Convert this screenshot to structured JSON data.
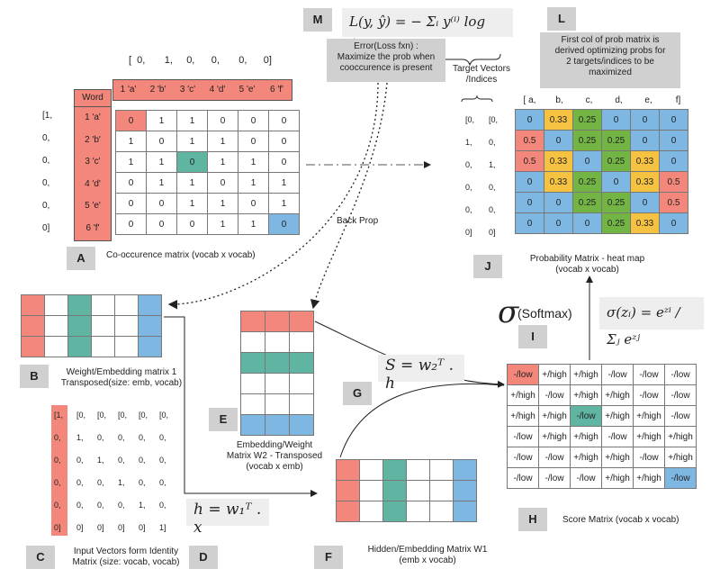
{
  "colors": {
    "red": "#f4877c",
    "green": "#5fb5a2",
    "blue": "#7fb7e3",
    "yellow": "#f5c242",
    "gridgreen": "#73b545",
    "gray": "#d0d0d0",
    "wordbox": "#f4877c"
  },
  "labels": {
    "A": "A",
    "B": "B",
    "C": "C",
    "D": "D",
    "E": "E",
    "F": "F",
    "G": "G",
    "H": "H",
    "I": "I",
    "J": "J",
    "L": "L",
    "M": "M"
  },
  "cooc": {
    "caption": "Co-occurence matrix (vocab x vocab)",
    "word_header": "Word",
    "words": [
      "1 'a'",
      "2 'b'",
      "3 'c'",
      "4 'd'",
      "5 'e'",
      "6 'f'"
    ],
    "top_vector": "[  0,       1,     0,      0,       0,      0]",
    "left_vector": [
      "[1,",
      "0,",
      "0,",
      "0,",
      "0,",
      "0]"
    ],
    "rows": [
      [
        "0",
        "1",
        "1",
        "0",
        "0",
        "0"
      ],
      [
        "1",
        "0",
        "1",
        "1",
        "0",
        "0"
      ],
      [
        "1",
        "1",
        "0",
        "1",
        "1",
        "0"
      ],
      [
        "0",
        "1",
        "1",
        "0",
        "1",
        "1"
      ],
      [
        "0",
        "0",
        "1",
        "1",
        "0",
        "1"
      ],
      [
        "0",
        "0",
        "0",
        "1",
        "1",
        "0"
      ]
    ]
  },
  "weight1": {
    "caption_line1": "Weight/Embedding matrix 1",
    "caption_line2": "Transposed(size: emb, vocab)"
  },
  "identity": {
    "caption_line1": "Input Vectors form Identity",
    "caption_line2": "Matrix (size: vocab, vocab)",
    "rows": [
      [
        "[1,",
        "[0,",
        "[0,",
        "[0,",
        "[0,",
        "[0,"
      ],
      [
        "0,",
        "1,",
        "0,",
        "0,",
        "0,",
        "0,"
      ],
      [
        "0,",
        "0,",
        "1,",
        "0,",
        "0,",
        "0,"
      ],
      [
        "0,",
        "0,",
        "0,",
        "1,",
        "0,",
        "0,"
      ],
      [
        "0,",
        "0,",
        "0,",
        "0,",
        "1,",
        "0,"
      ],
      [
        "0]",
        "0]",
        "0]",
        "0]",
        "0]",
        "1]"
      ]
    ]
  },
  "formulas": {
    "h": "h = w₁ᵀ . x",
    "s": "S = w₂ᵀ . h",
    "loss": "L(y, ŷ) = − Σᵢ y⁽ⁱ⁾ log ŷ⁽ⁱ⁾",
    "softmax": "σ(zᵢ) = eᶻⁱ / Σⱼ eᶻʲ"
  },
  "embedding2": {
    "caption_line1": "Embedding/Weight",
    "caption_line2": "Matrix W2 - Transposed",
    "caption_line3": "(vocab x emb)"
  },
  "hidden": {
    "caption_line1": "Hidden/Embedding Matrix W1",
    "caption_line2": "(emb x vocab)"
  },
  "backprop": "Back Prop",
  "loss_note": {
    "line1": "Error(Loss fxn) :",
    "line2": "Maximize the prob when",
    "line3": "cooccurence is present"
  },
  "target": {
    "label_line1": "Target Vectors",
    "label_line2": "/Indices",
    "left_rows": [
      [
        "[0,",
        "[0,"
      ],
      [
        "1,",
        "0,"
      ],
      [
        "0,",
        "1,"
      ],
      [
        "0,",
        "0,"
      ],
      [
        "0,",
        "0,"
      ],
      [
        "0]",
        "0]"
      ]
    ]
  },
  "prob": {
    "caption_line1": "Probability Matrix - heat map",
    "caption_line2": "(vocab x vocab)",
    "header": [
      "[  a,",
      "b,",
      "c,",
      "d,",
      "e,",
      "f]"
    ],
    "rows": [
      [
        "0",
        "0.33",
        "0.25",
        "0",
        "0",
        "0"
      ],
      [
        "0.5",
        "0",
        "0.25",
        "0.25",
        "0",
        "0"
      ],
      [
        "0.5",
        "0.33",
        "0",
        "0.25",
        "0.33",
        "0"
      ],
      [
        "0",
        "0.33",
        "0.25",
        "0",
        "0.33",
        "0.5"
      ],
      [
        "0",
        "0",
        "0.25",
        "0.25",
        "0",
        "0.5"
      ],
      [
        "0",
        "0",
        "0",
        "0.25",
        "0.33",
        "0"
      ]
    ]
  },
  "L_note": {
    "line1": "First col of prob matrix is",
    "line2": "derived optimizing probs for",
    "line3": "2 targets/indices to be",
    "line4": "maximized"
  },
  "softmax_label": "(Softmax)",
  "sigma_symbol": "σ",
  "score": {
    "caption": "Score Matrix (vocab x vocab)",
    "rows": [
      [
        "-/low",
        "+/high",
        "+/high",
        "-/low",
        "-/low",
        "-/low"
      ],
      [
        "+/high",
        "-/low",
        "+/high",
        "+/high",
        "-/low",
        "-/low"
      ],
      [
        "+/high",
        "+/high",
        "-/low",
        "+/high",
        "+/high",
        "-/low"
      ],
      [
        "-/low",
        "+/high",
        "+/high",
        "-/low",
        "+/high",
        "+/high"
      ],
      [
        "-/low",
        "-/low",
        "+/high",
        "+/high",
        "-/low",
        "+/high"
      ],
      [
        "-/low",
        "-/low",
        "-/low",
        "+/high",
        "+/high",
        "-/low"
      ]
    ]
  }
}
